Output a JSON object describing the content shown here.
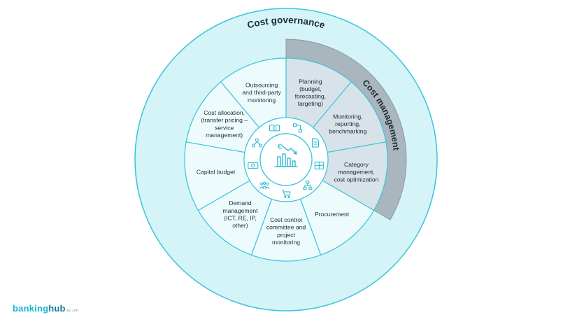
{
  "outer_ring": {
    "label": "Cost governance"
  },
  "management_band": {
    "label": "Cost management"
  },
  "segments": [
    {
      "id": "planning",
      "lines": [
        "Planning",
        "(budget,",
        "forecasting,",
        "targeting)"
      ],
      "highlighted": true
    },
    {
      "id": "monitoring",
      "lines": [
        "Monitoring,",
        "reporting,",
        "benchmarking"
      ],
      "highlighted": true
    },
    {
      "id": "category-management",
      "lines": [
        "Category",
        "management,",
        "cost optimization"
      ],
      "highlighted": true
    },
    {
      "id": "procurement",
      "lines": [
        "Procurement"
      ],
      "highlighted": false
    },
    {
      "id": "cost-control",
      "lines": [
        "Cost control",
        "committee and",
        "project",
        "monitoring"
      ],
      "highlighted": false
    },
    {
      "id": "demand-management",
      "lines": [
        "Demand",
        "management",
        "(ICT, RE, IP,",
        "other)"
      ],
      "highlighted": false
    },
    {
      "id": "capital-budget",
      "lines": [
        "Capital budget"
      ],
      "highlighted": false
    },
    {
      "id": "cost-allocation",
      "lines": [
        "Cost allocation,",
        "(transfer pricing –",
        "service",
        "management)"
      ],
      "highlighted": false
    },
    {
      "id": "outsourcing",
      "lines": [
        "Outsourcing",
        "and third-party",
        "monitoring"
      ],
      "highlighted": false
    }
  ],
  "small_icons": [
    "flow-chart-icon",
    "document-icon",
    "grid-icon",
    "org-chart-icon",
    "shopping-cart-icon",
    "people-group-icon",
    "money-icon",
    "hierarchy-icon",
    "money-icon"
  ],
  "center_icon": "euro-chart-down-icon",
  "colors": {
    "accent": "#19b6cf",
    "outer_fill": "#d5f4f8",
    "segment_fill": "#eefbfd",
    "highlight_fill": "#d7e3e9",
    "band_fill": "#a9b6bd",
    "line": "#3fc6dc"
  },
  "logo": {
    "part1": "banking",
    "part2": "hub",
    "sub": "by zeb"
  }
}
